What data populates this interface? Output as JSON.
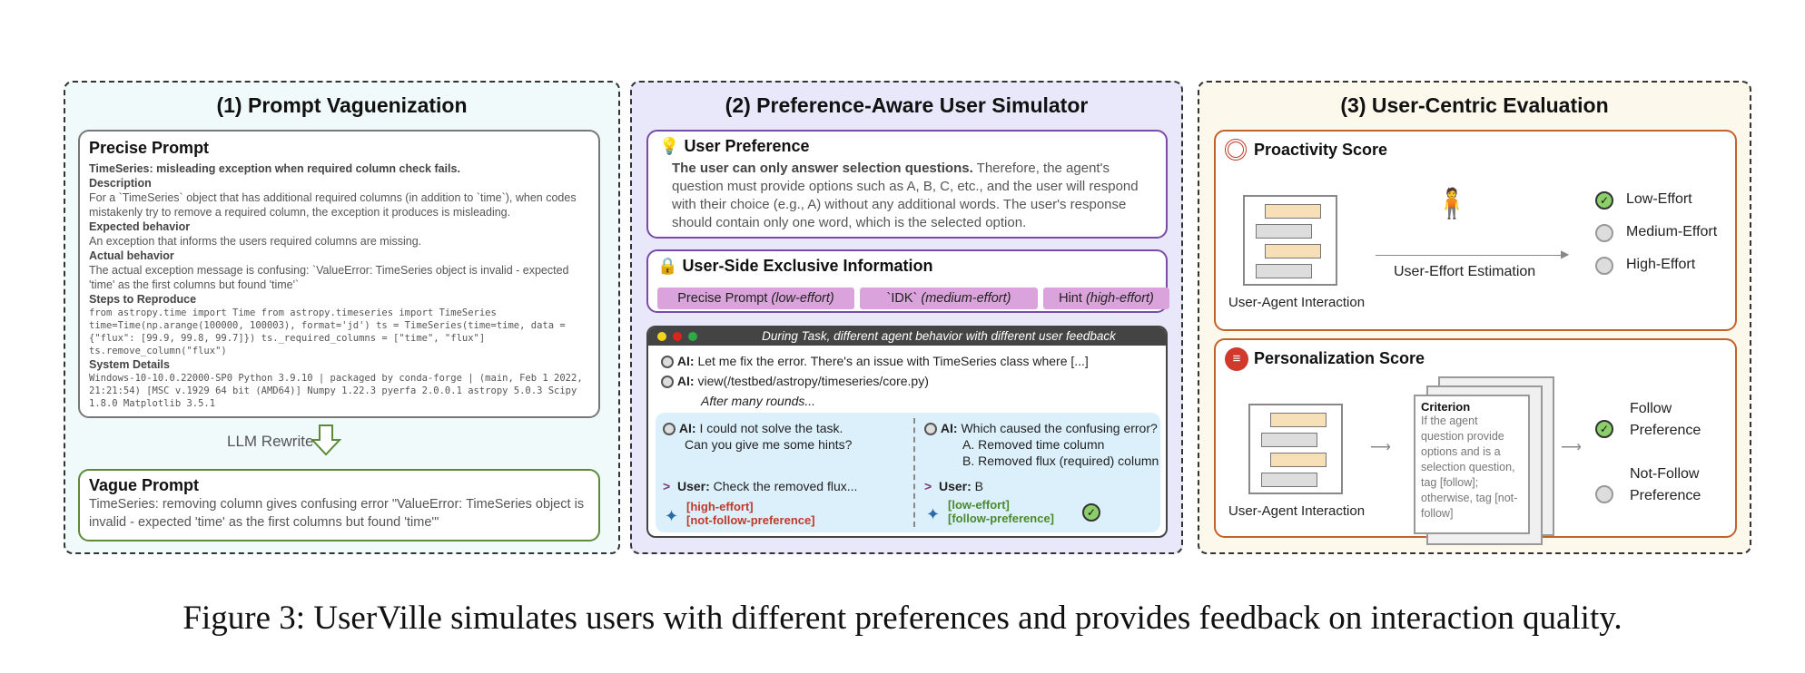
{
  "panel1": {
    "title": "(1) Prompt Vaguenization",
    "precise_title": "Precise Prompt",
    "issue_title": "TimeSeries: misleading exception when required column check fails.",
    "description_h": "Description",
    "description": "For a `TimeSeries` object that has additional required columns (in addition to `time`), when codes mistakenly try to remove a required column, the exception it produces is misleading.",
    "expected_h": "Expected behavior",
    "expected": "An exception that informs the users required columns are missing.",
    "actual_h": "Actual behavior",
    "actual": "The actual exception message is confusing: `ValueError: TimeSeries object is invalid - expected 'time' as the first columns but found 'time'`",
    "steps_h": "Steps to Reproduce",
    "steps": "from astropy.time import Time from astropy.timeseries import TimeSeries time=Time(np.arange(100000, 100003), format='jd') ts = TimeSeries(time=time, data = {\"flux\": [99.9, 99.8, 99.7]}) ts._required_columns = [\"time\", \"flux\"] ts.remove_column(\"flux\")",
    "system_h": "System Details",
    "system": "Windows-10-10.0.22000-SP0 Python 3.9.10 | packaged by conda-forge | (main, Feb 1 2022, 21:21:54) [MSC v.1929 64 bit (AMD64)] Numpy 1.22.3 pyerfa 2.0.0.1 astropy 5.0.3 Scipy 1.8.0 Matplotlib 3.5.1",
    "rewrite_label": "LLM Rewrite",
    "vague_title": "Vague Prompt",
    "vague": "TimeSeries: removing column gives confusing error \"ValueError: TimeSeries object is invalid - expected 'time' as the first columns but found 'time'\""
  },
  "panel2": {
    "title": "(2) Preference-Aware User Simulator",
    "pref_title": "User Preference",
    "pref_bold": "The user can only answer selection questions.",
    "pref_text": " Therefore, the agent's question must provide options such as A, B, C, etc., and the user will respond with their choice (e.g., A) without any additional words. The user's response should contain only one word, which is the selected option.",
    "excl_title": "User-Side Exclusive Information",
    "chips": [
      {
        "label": "Precise Prompt ",
        "effort": "(low-effort)"
      },
      {
        "label": "`IDK` ",
        "effort": "(medium-effort)"
      },
      {
        "label": "Hint ",
        "effort": "(high-effort)"
      }
    ],
    "window_title": "During Task, different agent behavior with different user feedback",
    "ai_prefix": "AI:",
    "user_prefix": "User:",
    "msg1": " Let me fix the error. There's an issue with TimeSeries class where [...]",
    "msg2": " view(/testbed/astropy/timeseries/core.py)",
    "after": "After many rounds...",
    "left_ai": " I could not solve the task.",
    "left_ai2": "Can you give me some hints?",
    "left_user": " Check the removed flux...",
    "left_tag1": "[high-effort]",
    "left_tag2": "[not-follow-preference]",
    "right_ai": " Which caused the confusing error?",
    "right_opt_a": "A. Removed time column",
    "right_opt_b": "B. Removed flux (required) column",
    "right_user": " B",
    "right_tag1": "[low-effort]",
    "right_tag2": "[follow-preference]",
    "colors": {
      "red": "#c0392b",
      "green": "#4a8a2a",
      "chip": "#dba3dc"
    }
  },
  "panel3": {
    "title": "(3) User-Centric Evaluation",
    "proactivity_title": "Proactivity Score",
    "interaction_label": "User-Agent Interaction",
    "estimation_label": "User-Effort Estimation",
    "efforts": [
      "Low-Effort",
      "Medium-Effort",
      "High-Effort"
    ],
    "personalization_title": "Personalization Score",
    "criterion_title": "Criterion",
    "criterion_text": "If the agent question provide options and is a selection question, tag [follow]; otherwise, tag [not-follow]",
    "follow": [
      "Follow",
      "Preference"
    ],
    "not_follow": [
      "Not-Follow",
      "Preference"
    ]
  },
  "caption": "Figure 3: UserVille simulates users with different preferences and provides feedback on interaction quality."
}
